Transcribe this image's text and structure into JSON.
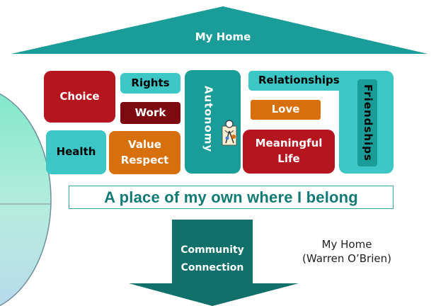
{
  "roof": {
    "title": "My Home"
  },
  "tiles": {
    "choice": "Choice",
    "rights": "Rights",
    "work": "Work",
    "health": "Health",
    "value_respect": [
      "Value",
      "Respect"
    ],
    "autonomy": "Autonomy",
    "relationships": "Relationships",
    "love": "Love",
    "meaningful_life": [
      "Meaningful",
      "Life"
    ],
    "friendships": "Friendships"
  },
  "banner": {
    "text": "A place of my own where I belong"
  },
  "arrow": {
    "lines": [
      "Community",
      "Connection"
    ]
  },
  "caption": {
    "lines": [
      "My Home",
      "(Warren O’Brien)"
    ]
  },
  "colors": {
    "teal": "#3cc6c6",
    "teal_dark": "#1a9d98",
    "red": "#b5151f",
    "maroon": "#7c0a10",
    "orange": "#d7700c",
    "arrow": "#11706a"
  }
}
